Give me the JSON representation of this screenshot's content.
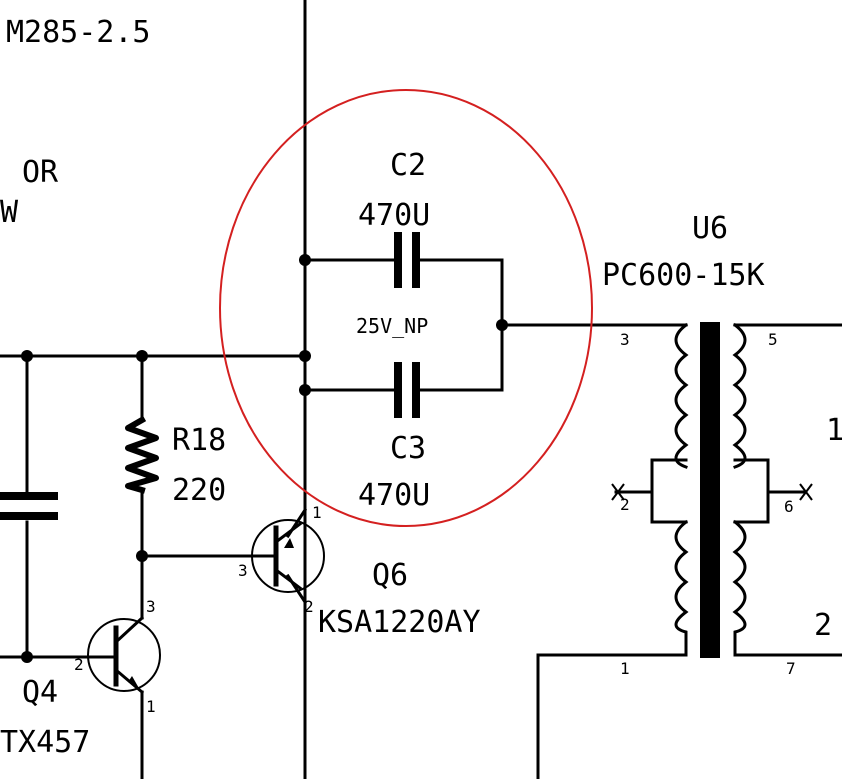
{
  "labels": {
    "top_left_part": "M285-2.5",
    "or_text": "OR",
    "w_text": "W",
    "c2_ref": "C2",
    "c2_value": "470U",
    "np_rating": "25V_NP",
    "c3_ref": "C3",
    "c3_value": "470U",
    "r18_ref": "R18",
    "r18_value": "220",
    "q6_ref": "Q6",
    "q6_part": "KSA1220AY",
    "q4_ref": "Q4",
    "q4_part": "TX457",
    "u6_ref": "U6",
    "u6_part": "PC600-15K",
    "right_edge_1": "1",
    "right_edge_2": "2"
  },
  "pins": {
    "u6_p3": "3",
    "u6_p2": "2",
    "u6_p1": "1",
    "u6_p5": "5",
    "u6_p6": "6",
    "u6_p7": "7",
    "q6_p3": "3",
    "q6_p1": "1",
    "q6_p2": "2",
    "q4_p2": "2",
    "q4_p3": "3",
    "q4_p1": "1"
  },
  "colors": {
    "wire": "#000000",
    "highlight": "#d42020",
    "background": "#ffffff"
  }
}
